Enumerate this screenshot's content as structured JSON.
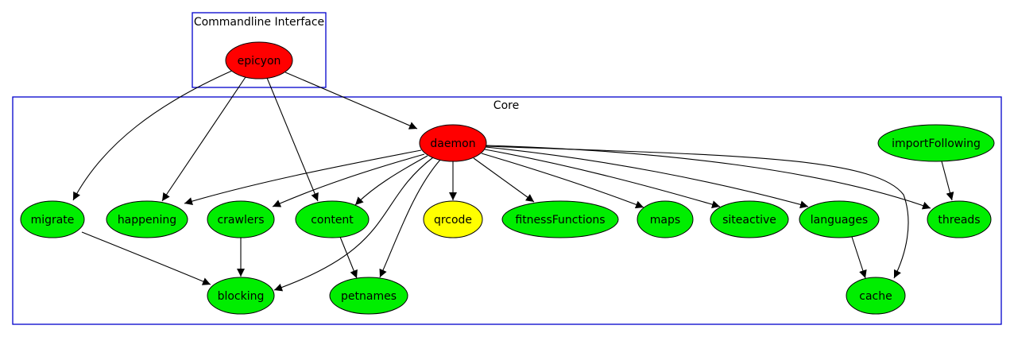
{
  "colors": {
    "red": "#ff0000",
    "green": "#00ee00",
    "yellow": "#ffff00",
    "cluster_border": "#0000cc"
  },
  "clusters": [
    {
      "id": "cli",
      "label": "Commandline Interface"
    },
    {
      "id": "core",
      "label": "Core"
    }
  ],
  "nodes": [
    {
      "id": "epicyon",
      "label": "epicyon",
      "color": "red"
    },
    {
      "id": "daemon",
      "label": "daemon",
      "color": "red"
    },
    {
      "id": "importFollowing",
      "label": "importFollowing",
      "color": "green"
    },
    {
      "id": "migrate",
      "label": "migrate",
      "color": "green"
    },
    {
      "id": "happening",
      "label": "happening",
      "color": "green"
    },
    {
      "id": "crawlers",
      "label": "crawlers",
      "color": "green"
    },
    {
      "id": "content",
      "label": "content",
      "color": "green"
    },
    {
      "id": "qrcode",
      "label": "qrcode",
      "color": "yellow"
    },
    {
      "id": "fitnessFunctions",
      "label": "fitnessFunctions",
      "color": "green"
    },
    {
      "id": "maps",
      "label": "maps",
      "color": "green"
    },
    {
      "id": "siteactive",
      "label": "siteactive",
      "color": "green"
    },
    {
      "id": "languages",
      "label": "languages",
      "color": "green"
    },
    {
      "id": "threads",
      "label": "threads",
      "color": "green"
    },
    {
      "id": "blocking",
      "label": "blocking",
      "color": "green"
    },
    {
      "id": "petnames",
      "label": "petnames",
      "color": "green"
    },
    {
      "id": "cache",
      "label": "cache",
      "color": "green"
    }
  ],
  "edges": [
    {
      "from": "epicyon",
      "to": "daemon"
    },
    {
      "from": "epicyon",
      "to": "migrate"
    },
    {
      "from": "epicyon",
      "to": "happening"
    },
    {
      "from": "epicyon",
      "to": "content"
    },
    {
      "from": "daemon",
      "to": "happening"
    },
    {
      "from": "daemon",
      "to": "crawlers"
    },
    {
      "from": "daemon",
      "to": "content"
    },
    {
      "from": "daemon",
      "to": "qrcode"
    },
    {
      "from": "daemon",
      "to": "fitnessFunctions"
    },
    {
      "from": "daemon",
      "to": "maps"
    },
    {
      "from": "daemon",
      "to": "siteactive"
    },
    {
      "from": "daemon",
      "to": "languages"
    },
    {
      "from": "daemon",
      "to": "threads"
    },
    {
      "from": "daemon",
      "to": "blocking"
    },
    {
      "from": "daemon",
      "to": "petnames"
    },
    {
      "from": "daemon",
      "to": "cache"
    },
    {
      "from": "importFollowing",
      "to": "threads"
    },
    {
      "from": "migrate",
      "to": "blocking"
    },
    {
      "from": "crawlers",
      "to": "blocking"
    },
    {
      "from": "content",
      "to": "petnames"
    },
    {
      "from": "languages",
      "to": "cache"
    }
  ]
}
